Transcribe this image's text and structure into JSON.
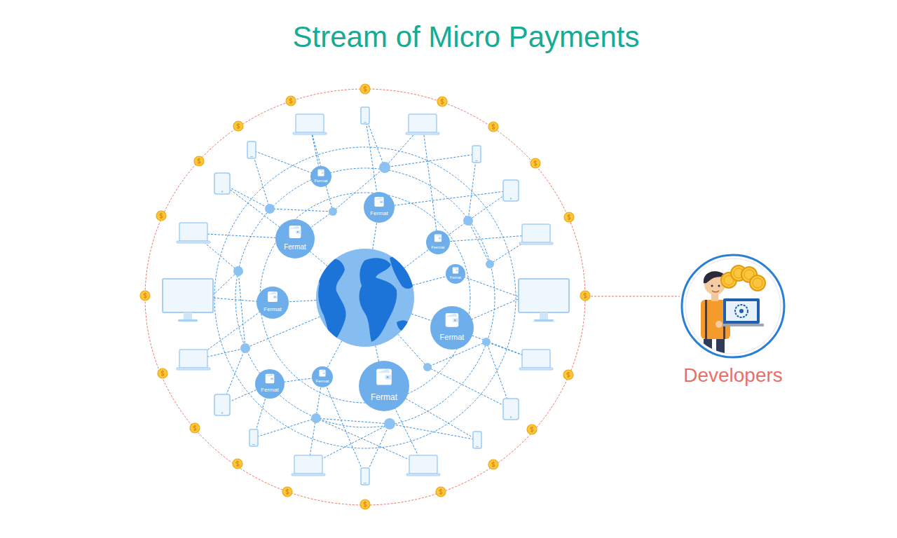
{
  "diagram": {
    "title": "Stream of Micro Payments",
    "nodes": [
      {
        "text": [
          "Fermat"
        ]
      },
      {
        "text": [
          "Fermat"
        ]
      },
      {
        "text": [
          "Fermat"
        ]
      },
      {
        "text": [
          "Fermat"
        ]
      },
      {
        "text": [
          "Fermat"
        ]
      },
      {
        "text": [
          "Fermat"
        ]
      },
      {
        "text": [
          "Fermat"
        ]
      },
      {
        "text": [
          "Fermat"
        ]
      },
      {
        "text": [
          "Fermat"
        ]
      },
      {
        "text": [
          "Fermat"
        ]
      },
      {
        "text": [
          "Developers"
        ]
      }
    ]
  }
}
